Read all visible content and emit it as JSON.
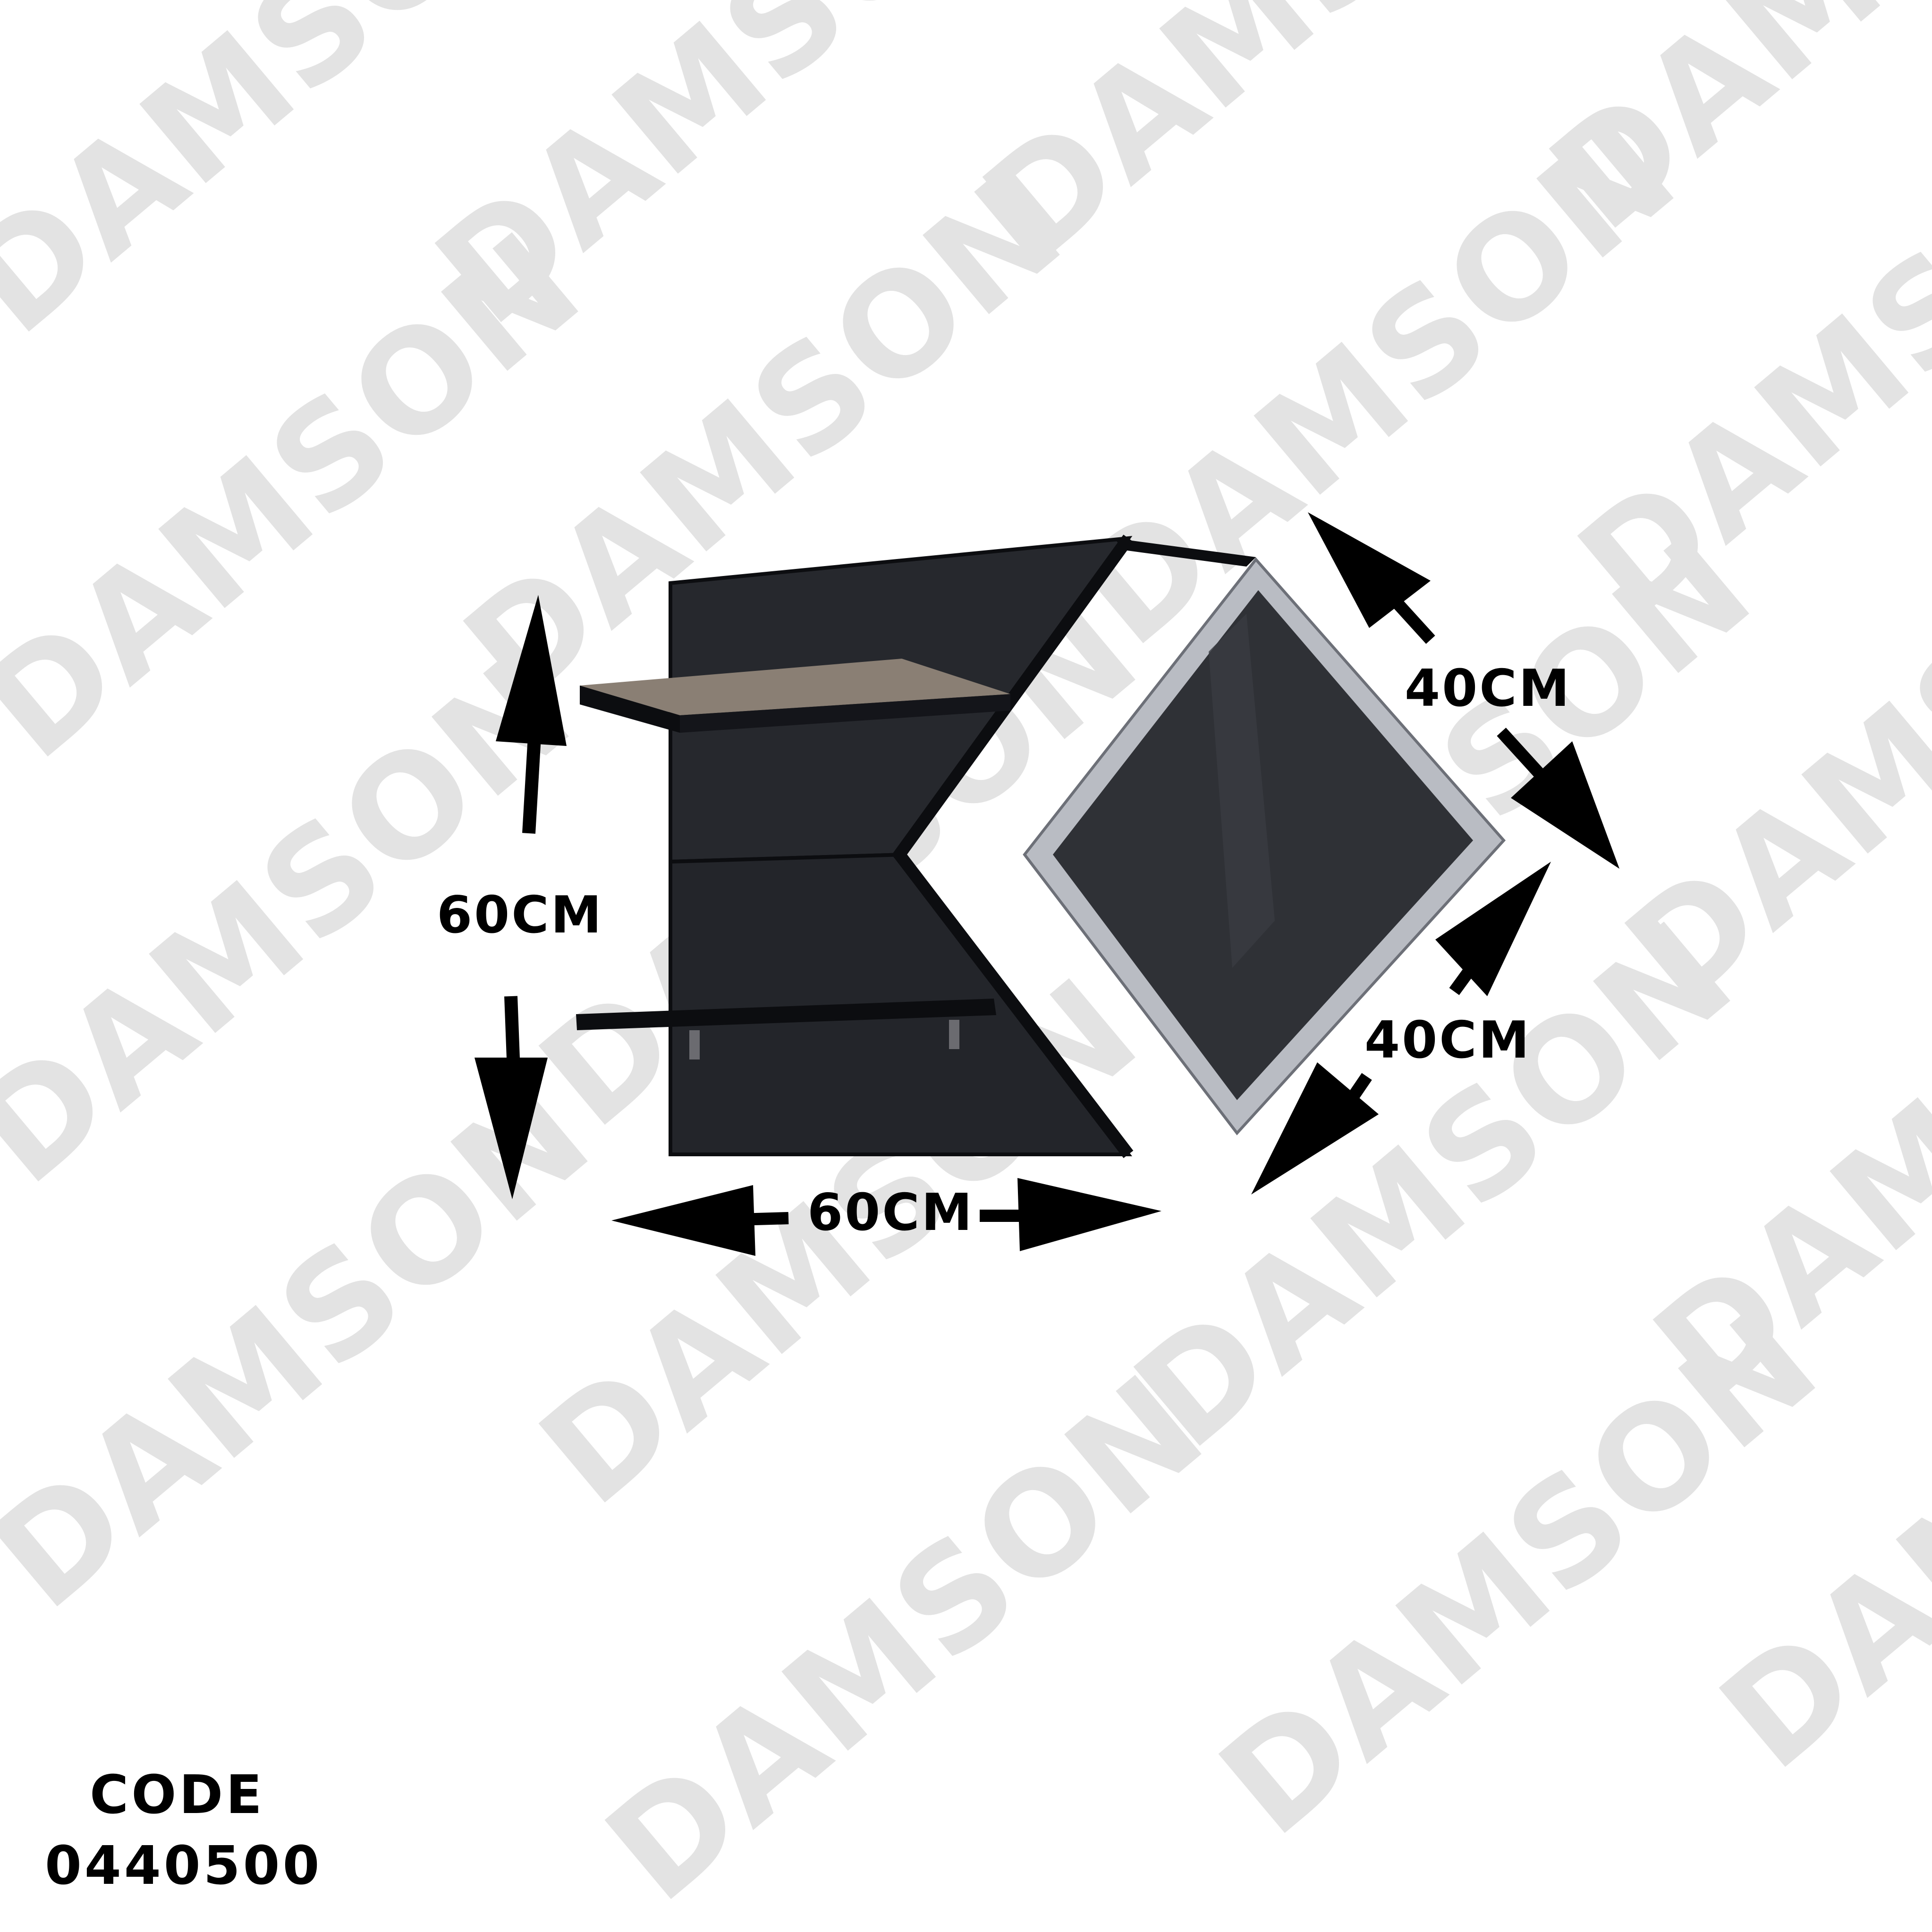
{
  "watermark": {
    "text": "DAMSON",
    "color": "#e3e3e3"
  },
  "dimensions": {
    "height": "60CM",
    "width": "60CM",
    "mirror_top_side": "40CM",
    "mirror_bottom_side": "40CM"
  },
  "product": {
    "code_label": "CODE",
    "code_value": "0440500"
  },
  "colors": {
    "panel": "#26282d",
    "panel_edge": "#0c0d10",
    "shelf_top": "#8a7f74",
    "mirror": "#2f3136",
    "mirror_bevel": "#b9bcc3",
    "arrow": "#000000"
  }
}
